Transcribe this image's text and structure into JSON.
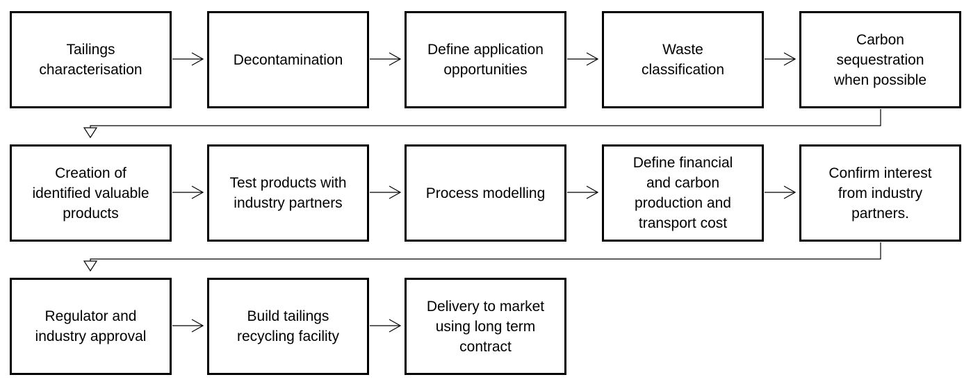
{
  "diagram": {
    "rows": [
      {
        "steps": [
          {
            "label": "Tailings\ncharacterisation"
          },
          {
            "label": "Decontamination"
          },
          {
            "label": "Define application\nopportunities"
          },
          {
            "label": "Waste\nclassification"
          },
          {
            "label": "Carbon\nsequestration\nwhen possible"
          }
        ]
      },
      {
        "steps": [
          {
            "label": "Creation of\nidentified valuable\nproducts"
          },
          {
            "label": "Test products with\nindustry partners"
          },
          {
            "label": "Process modelling"
          },
          {
            "label": "Define financial\nand carbon\nproduction and\ntransport cost"
          },
          {
            "label": "Confirm interest\nfrom industry\npartners."
          }
        ]
      },
      {
        "steps": [
          {
            "label": "Regulator and\nindustry approval"
          },
          {
            "label": "Build tailings\nrecycling facility"
          },
          {
            "label": "Delivery to market\nusing long term\ncontract"
          }
        ]
      }
    ],
    "colors": {
      "stroke": "#000000",
      "background": "#ffffff"
    }
  }
}
